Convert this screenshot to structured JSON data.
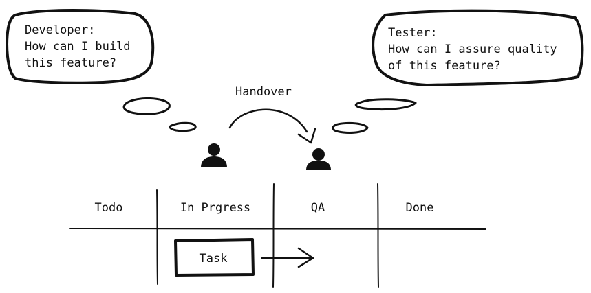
{
  "developer_bubble": {
    "line1": "Developer:",
    "line2": "How can I build",
    "line3": "this feature?"
  },
  "tester_bubble": {
    "line1": "Tester:",
    "line2": "How can I assure quality",
    "line3": "of this feature?"
  },
  "handover_label": "Handover",
  "board": {
    "columns": [
      "Todo",
      "In Prgress",
      "QA",
      "Done"
    ],
    "task_label": "Task"
  },
  "icons": {
    "developer": "person-icon",
    "tester": "person-icon"
  },
  "colors": {
    "ink": "#111111",
    "background": "#ffffff"
  }
}
